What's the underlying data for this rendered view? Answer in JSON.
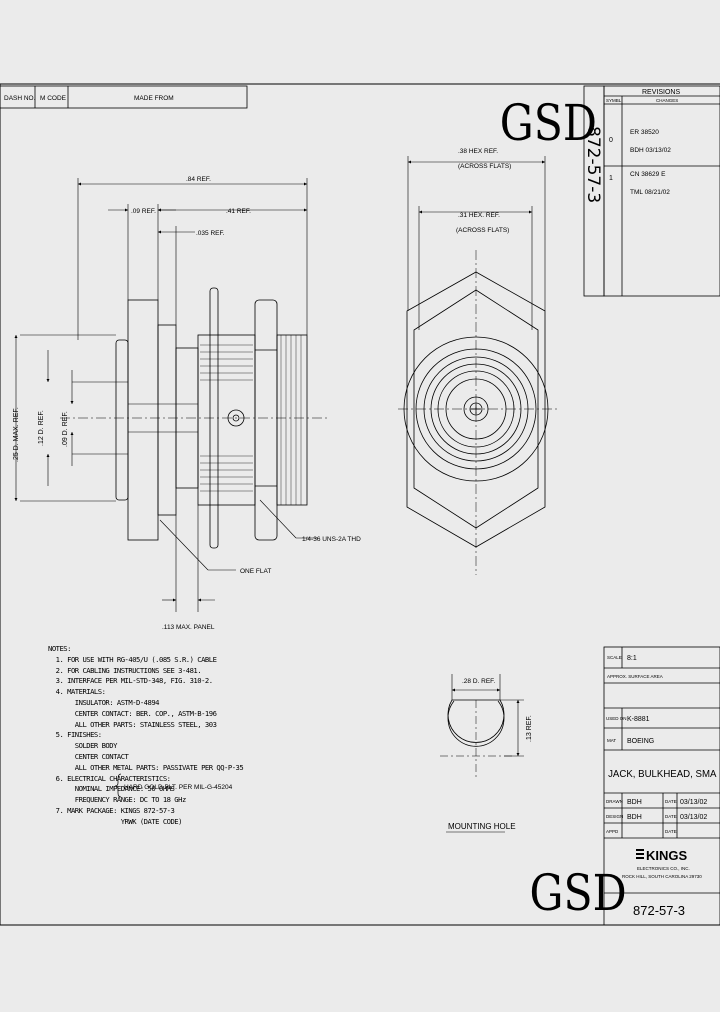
{
  "drawing": {
    "logo_text": "GSD",
    "part_number": "872-57-3",
    "title_vertical": "872-57-3"
  },
  "dash_table": {
    "col1": "DASH NO.",
    "col2": "M CODE",
    "col3": "MADE FROM"
  },
  "revisions": {
    "header": "REVISIONS",
    "col_sym": "SYMBL",
    "col_changes": "CHANGES",
    "rows": [
      {
        "sym": "0",
        "line1": "ER  38520",
        "line2": "BDH  03/13/02"
      },
      {
        "sym": "1",
        "line1": "CN  38629  E",
        "line2": "TML  08/21/02"
      }
    ]
  },
  "dimensions": {
    "hex_across_flats": ".38 HEX REF.",
    "hex_across_flats_sub": "(ACROSS FLATS)",
    "hex_inner": ".31 HEX. REF.",
    "hex_inner_sub": "(ACROSS FLATS)",
    "overall_length": ".84 REF.",
    "flange_width": ".09 REF.",
    "body_length": ".41 REF.",
    "recess": ".035 REF.",
    "dia_max": ".25 D. MAX. REF.",
    "dia_12": ".12 D. REF.",
    "dia_09": ".09 D. REF.",
    "thread": "1/4-36 UNS-2A THD",
    "one_flat": "ONE FLAT",
    "panel": ".113 MAX. PANEL",
    "mounting_dia": ".28 D. REF.",
    "mounting_flat": ".13 REF.",
    "mounting_label": "MOUNTING HOLE"
  },
  "notes": {
    "lines": [
      "NOTES:",
      "  1. FOR USE WITH RG-405/U (.085 S.R.) CABLE",
      "  2. FOR CABLING INSTRUCTIONS SEE 3-481.",
      "  3. INTERFACE PER MIL-STD-348, FIG. 310-2.",
      "  4. MATERIALS:",
      "       INSULATOR: ASTM-D-4894",
      "       CENTER CONTACT: BER. COP., ASTM-B-196",
      "       ALL OTHER PARTS: STAINLESS STEEL, 303",
      "  5. FINISHES:",
      "       SOLDER BODY",
      "       CENTER CONTACT",
      "       ALL OTHER METAL PARTS: PASSIVATE PER QQ-P-35",
      "  6. ELECTRICAL CHARACTERISTICS:",
      "       NOMINAL IMPEDANCE: 50 OHMS",
      "       FREQUENCY RANGE: DC TO 18 GHz",
      "  7. MARK PACKAGE: KINGS 872-57-3",
      "                   YRWK (DATE CODE)"
    ],
    "finish_brace": "HARD GOLD PLT. PER MIL-G-45204"
  },
  "title_block": {
    "scale_label": "SCALE",
    "scale_value": "8:1",
    "approx_label": "APPROX. SURFACE AREA",
    "used_on_label": "USED ON",
    "used_on_value": "K-8881",
    "mat_label": "MAT",
    "mat_value": "BOEING",
    "description": "JACK, BULKHEAD, SMA",
    "drawn_label": "DRAWN",
    "drawn_by": "BDH",
    "drawn_date_label": "DATE",
    "drawn_date": "03/13/02",
    "design_label": "DESIGN",
    "design_by": "BDH",
    "design_date_label": "DATE",
    "design_date": "03/13/02",
    "appd_label": "APPD",
    "appd_date_label": "DATE",
    "company": "KINGS",
    "company_line2": "ELECTRONICS CO., INC.",
    "company_line3": "ROCK HILL, SOUTH CAROLINA 29730",
    "part_number": "872-57-3"
  }
}
